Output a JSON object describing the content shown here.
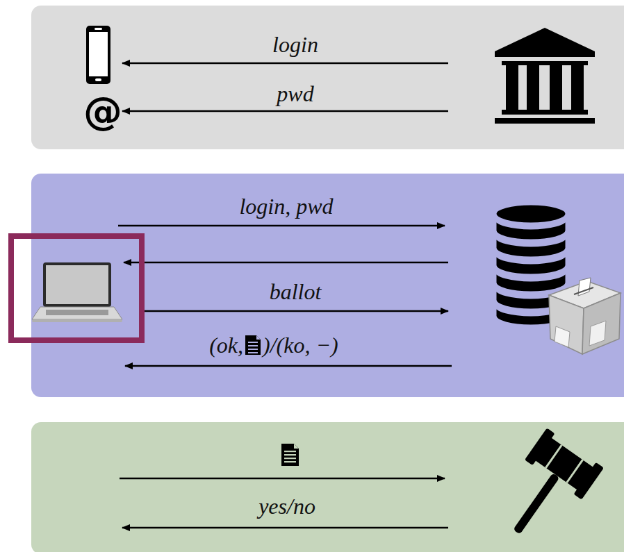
{
  "diagram": {
    "labels": [
      "@",
      "login",
      "pwd",
      "login, pwd",
      "ballot",
      "(ok,",
      ")/(ko, −)",
      "yes/no"
    ]
  }
}
